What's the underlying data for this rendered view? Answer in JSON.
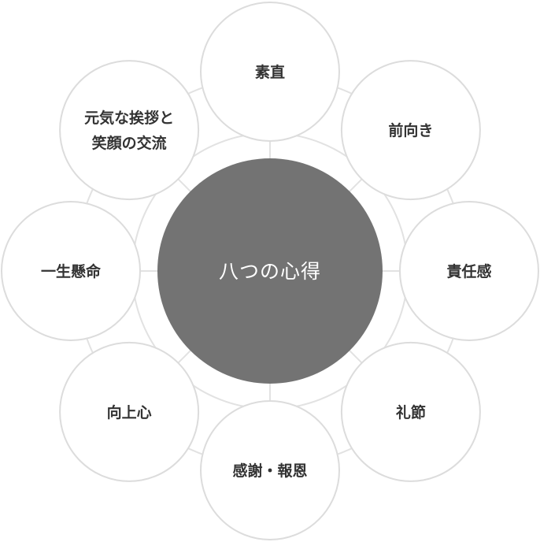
{
  "center": {
    "label": "八つの心得",
    "color": "#737373"
  },
  "nodes": [
    {
      "id": "sunao",
      "lines": [
        "素直"
      ]
    },
    {
      "id": "maemuki",
      "lines": [
        "前向き"
      ]
    },
    {
      "id": "sekininkan",
      "lines": [
        "責任感"
      ]
    },
    {
      "id": "reisetsu",
      "lines": [
        "礼節"
      ]
    },
    {
      "id": "kansha",
      "lines": [
        "感謝・報恩"
      ]
    },
    {
      "id": "kojoshin",
      "lines": [
        "向上心"
      ]
    },
    {
      "id": "isshokenmei",
      "lines": [
        "一生懸命"
      ]
    },
    {
      "id": "aisatsu",
      "lines": [
        "元気な挨拶と",
        "笑顔の交流"
      ]
    }
  ]
}
